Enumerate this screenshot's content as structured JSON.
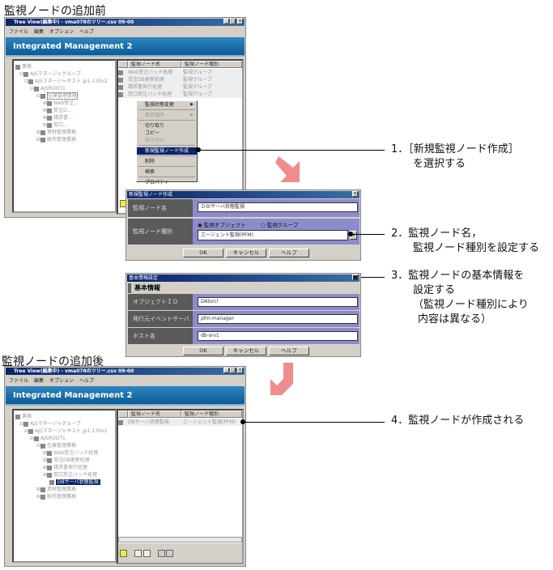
{
  "before": {
    "heading": "監視ノードの追加前"
  },
  "after": {
    "heading": "監視ノードの追加後"
  },
  "window": {
    "title": "Tree View(編集中) - vma078のツリー.csv 09-00",
    "menu": [
      "ファイル",
      "編集",
      "オプション",
      "ヘルプ"
    ],
    "banner": "Integrated Management 2",
    "controls": [
      "_",
      "□",
      "×"
    ]
  },
  "list_headers": [
    "監視ノード名",
    "監視ノード種別"
  ],
  "tree_before": [
    "業務",
    "AJSマネージャグループ",
    "AJSマネージャホスト jp1-130v2",
    "AJSROOT1",
    "在庫管理業務",
    "Web受注...",
    "受注D...",
    "請求書...",
    "窓口...",
    "資材管理業務",
    "販売管理業務"
  ],
  "list_before": [
    [
      "Web受注バッチ処理",
      "監視グループ"
    ],
    [
      "受注DB更新処理",
      "監視グループ"
    ],
    [
      "請求書発行処理",
      "監視グループ"
    ],
    [
      "窓口受注バッチ処理",
      "監視グループ"
    ]
  ],
  "context_menu": [
    "監視状態変更",
    "表示順序",
    "切り取り",
    "コピー",
    "貼り付け",
    "新規監視ノード作成",
    "削除",
    "検索",
    "プロパティ"
  ],
  "dialog_new": {
    "title": "新規監視ノード作成",
    "name_label": "監視ノード名",
    "name_value": "ＤＢサーバ状態監視",
    "type_label": "監視ノード種別",
    "radio_object": "監視オブジェクト",
    "radio_group": "監視グループ",
    "type_value": "エージェント監視(PFM)",
    "ok": "OK",
    "cancel": "キャンセル",
    "help": "ヘルプ"
  },
  "dialog_basic": {
    "title": "基本情報設定",
    "section": "基本情報",
    "object_id_label": "オブジェクトＩＤ",
    "object_id_value": "DAlorcl",
    "event_server_label": "発行元イベントサーバ",
    "event_server_value": "pfm-manager",
    "host_label": "ホスト名",
    "host_value": "db-srv1",
    "ok": "OK",
    "cancel": "キャンセル",
    "help": "ヘルプ"
  },
  "tree_after": [
    "業務",
    "AJSマネージャグループ",
    "AJSマネージャホスト jp1-130v2",
    "AJSROOT1",
    "在庫管理業務",
    "Web受注バッチ処理",
    "受注DB更新処理",
    "請求書発行処理",
    "窓口受注バッチ処理",
    "DBサーバ状態監視",
    "資材管理業務",
    "販売管理業務"
  ],
  "list_after": [
    [
      "DBサーバ状態監視",
      "エージェント監視(PFM)"
    ]
  ],
  "annotations": {
    "a1": [
      "1．［新規監視ノード作成］",
      "を選択する"
    ],
    "a2": [
      "2．監視ノード名，",
      "監視ノード種別を設定する"
    ],
    "a3": [
      "3．監視ノードの基本情報を",
      "設定する",
      "（監視ノード種別により",
      "内容は異なる）"
    ],
    "a4": [
      "4．監視ノードが作成される"
    ]
  },
  "colors": {
    "titlebar": "#0a246a",
    "banner": "#1a6ea8",
    "arrow": "#f08080",
    "field_bg": "#8c8ccc",
    "label_bg": "#5a5a5a"
  }
}
